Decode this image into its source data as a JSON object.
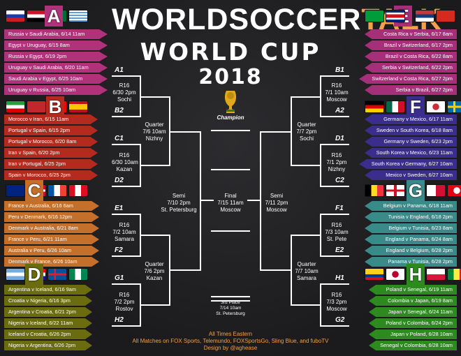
{
  "title": {
    "world": "WORLDSOCCER",
    "talk": "TALK",
    "cup": "WORLD CUP",
    "year": "2018"
  },
  "trophy": {
    "label": "Champion"
  },
  "colors": {
    "A": "#b0327a",
    "B": "#b52a1e",
    "C": "#c5702a",
    "D": "#6b6b10",
    "E": "#a62f7a",
    "F": "#3b2d8c",
    "G": "#3b8a8a",
    "H": "#2c8a1f",
    "orange": "#f2a04a"
  },
  "groups": {
    "A": {
      "letter": "A",
      "matches": [
        "Russia v Saudi Arabia, 6/14 11am",
        "Egypt v Uruguay, 6/15 8am",
        "Russia v Egypt, 6/19 2pm",
        "Uruguay v Saudi Arabia, 6/20 11am",
        "Saudi Arabia v Egypt, 6/25 10am",
        "Uruguay v Russia, 6/25 10am"
      ]
    },
    "B": {
      "letter": "B",
      "matches": [
        "Morocco v Iran, 6/15 11am",
        "Portugal v Spain, 6/15 2pm",
        "Portugal v Morocco, 6/20 8am",
        "Iran v Spain, 6/20 2pm",
        "Iran v Portugal, 6/25 2pm",
        "Spain v Morocco, 6/25 2pm"
      ]
    },
    "C": {
      "letter": "C",
      "matches": [
        "France v Australia, 6/16 6am",
        "Peru v Denmark, 6/16 12pm",
        "Denmark v Australia, 6/21 8am",
        "France v Peru, 6/21 11am",
        "Australia v Peru, 6/26 10am",
        "Denmark v France, 6/26 10am"
      ]
    },
    "D": {
      "letter": "D",
      "matches": [
        "Argentina v Iceland, 6/16 9am",
        "Croatia v Nigeria, 6/16 3pm",
        "Argentina v Croatia, 6/21 2pm",
        "Nigeria v Iceland, 6/22 11am",
        "Iceland v Croatia, 6/26 2pm",
        "Nigeria v Argentina, 6/26 2pm"
      ]
    },
    "E": {
      "letter": "E",
      "matches": [
        "Costa Rica v Serbia, 6/17 8am",
        "Brazil v Switzerland, 6/17 2pm",
        "Brazil v Costa Rica, 6/22 8am",
        "Serbia v Switzerland, 6/22 2pm",
        "Switzerland v Costa Rica, 6/27 2pm",
        "Serbia v Brazil, 6/27 2pm"
      ]
    },
    "F": {
      "letter": "F",
      "matches": [
        "Germany v Mexico, 6/17 11am",
        "Sweden v South Korea, 6/18 8am",
        "Germany v Sweden, 6/23 2pm",
        "South Korea v Mexico, 6/23 11am",
        "South Korea v Germany, 6/27 10am",
        "Mexico v Sweden, 6/27 10am"
      ]
    },
    "G": {
      "letter": "G",
      "matches": [
        "Belgium v Panama, 6/18 11am",
        "Tunisia v England, 6/18 2pm",
        "Belgium v Tunisia, 6/23 8am",
        "England v Panama, 6/24 8am",
        "England v Belgium, 6/28 2pm",
        "Panama v Tunisia, 6/28 2pm"
      ]
    },
    "H": {
      "letter": "H",
      "matches": [
        "Poland v Senegal, 6/19 11am",
        "Colombia v Japan, 6/19 8am",
        "Japan v Senegal, 6/24 11am",
        "Poland v Colombia, 6/24 2pm",
        "Japan v Poland, 6/28 10am",
        "Senegal v Colombia, 6/28 10am"
      ]
    }
  },
  "r16": {
    "l1": {
      "top": "A1",
      "bot": "B2",
      "info": "R16\n6/30 2pm\nSochi"
    },
    "l2": {
      "top": "C1",
      "bot": "D2",
      "info": "R16\n6/30 10am\nKazan"
    },
    "l3": {
      "top": "E1",
      "bot": "F2",
      "info": "R16\n7/2 10am\nSamara"
    },
    "l4": {
      "top": "G1",
      "bot": "H2",
      "info": "R16\n7/2 2pm\nRostov"
    },
    "r1": {
      "top": "B1",
      "bot": "A2",
      "info": "R16\n7/1 10am\nMoscow"
    },
    "r2": {
      "top": "D1",
      "bot": "C2",
      "info": "R16\n7/1 2pm\nNizhny"
    },
    "r3": {
      "top": "F1",
      "bot": "E2",
      "info": "R16\n7/3 10am\nSt. Pete"
    },
    "r4": {
      "top": "H1",
      "bot": "G2",
      "info": "R16\n7/3 2pm\nMoscow"
    }
  },
  "quarters": {
    "l1": "Quarter\n7/6 10am\nNizhny",
    "l2": "Quarter\n7/6 2pm\nKazan",
    "r1": "Quarter\n7/7 2pm\nSochi",
    "r2": "Quarter\n7/7 10am\nSamara"
  },
  "semis": {
    "l": "Semi\n7/10 2pm\nSt. Petersburg",
    "r": "Semi\n7/11 2pm\nMoscow"
  },
  "final": "Final\n7/15 11am\nMoscow",
  "third": "3rd Place\n7/14 10am\nSt. Petersburg",
  "footer": {
    "l1": "All Times Eastern",
    "l2": "All Matches on FOX Sports, Telemundo, FOXSportsGo, Sling Blue, and fuboTV",
    "l3": "Design by @aghease"
  }
}
